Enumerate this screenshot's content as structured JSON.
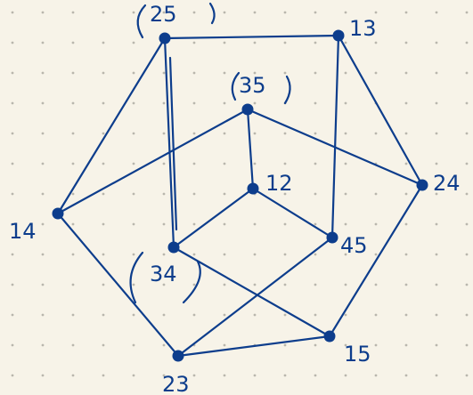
{
  "background": "#f7f3e8",
  "ink": "#0d3d8c",
  "dot_grid": "#b9b6ad",
  "vertices": [
    {
      "id": "25",
      "label": "25",
      "paren": true
    },
    {
      "id": "13",
      "label": "13",
      "paren": false
    },
    {
      "id": "35",
      "label": "35",
      "paren": true
    },
    {
      "id": "12",
      "label": "12",
      "paren": false
    },
    {
      "id": "24",
      "label": "24",
      "paren": false
    },
    {
      "id": "14",
      "label": "14",
      "paren": false
    },
    {
      "id": "34",
      "label": "34",
      "paren": true
    },
    {
      "id": "45",
      "label": "45",
      "paren": false
    },
    {
      "id": "15",
      "label": "15",
      "paren": false
    },
    {
      "id": "23",
      "label": "23",
      "paren": false
    }
  ],
  "edges": [
    [
      "25",
      "13"
    ],
    [
      "25",
      "34"
    ],
    [
      "25",
      "14"
    ],
    [
      "13",
      "45"
    ],
    [
      "13",
      "24"
    ],
    [
      "35",
      "12"
    ],
    [
      "35",
      "14"
    ],
    [
      "35",
      "24"
    ],
    [
      "12",
      "34"
    ],
    [
      "12",
      "45"
    ],
    [
      "24",
      "15"
    ],
    [
      "14",
      "23"
    ],
    [
      "34",
      "15"
    ],
    [
      "45",
      "23"
    ],
    [
      "15",
      "23"
    ]
  ]
}
